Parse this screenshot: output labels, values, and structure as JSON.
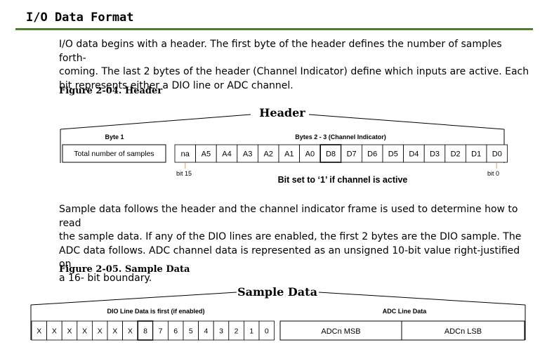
{
  "section": {
    "title": "I/O Data Format"
  },
  "paragraph1": {
    "lines": [
      "I/O data begins with a header. The first byte of the header defines the number of samples forth-",
      "coming.  The last 2 bytes of the header (Channel Indicator) define which inputs are active. Each",
      "bit represents either a DIO line or ADC channel."
    ]
  },
  "figure1": {
    "caption": "Figure 2-04.  Header",
    "title": "Header",
    "byte1_label": "Byte 1",
    "byte1_cell": "Total number of samples",
    "bytes23_label": "Bytes 2 - 3 (Channel Indicator)",
    "bits": [
      "na",
      "A5",
      "A4",
      "A3",
      "A2",
      "A1",
      "A0",
      "D8",
      "D7",
      "D6",
      "D5",
      "D4",
      "D3",
      "D2",
      "D1",
      "D0"
    ],
    "bit15_label": "bit 15",
    "bit0_label": "bit 0",
    "note": "Bit set to ‘1’ if channel is active"
  },
  "paragraph2": {
    "lines": [
      "Sample data follows the header and the channel indicator frame is used to determine how to read",
      "the sample data. If any of the DIO lines are enabled, the first 2 bytes are the DIO sample.  The",
      "ADC data follows.  ADC channel data is represented as an unsigned 10-bit value right-justified on",
      "a 16- bit boundary."
    ]
  },
  "figure2": {
    "caption": "Figure 2-05.  Sample Data",
    "title": "Sample Data",
    "dio_label": "DIO Line Data is first (if enabled)",
    "adc_label": "ADC Line Data",
    "dio_bits": [
      "X",
      "X",
      "X",
      "X",
      "X",
      "X",
      "X",
      "8",
      "7",
      "6",
      "5",
      "4",
      "3",
      "2",
      "1",
      "0"
    ],
    "adc_msb": "ADCn MSB",
    "adc_lsb": "ADCn LSB"
  },
  "colors": {
    "rule": "#4f7f2e",
    "tick": "#d9a35a"
  }
}
